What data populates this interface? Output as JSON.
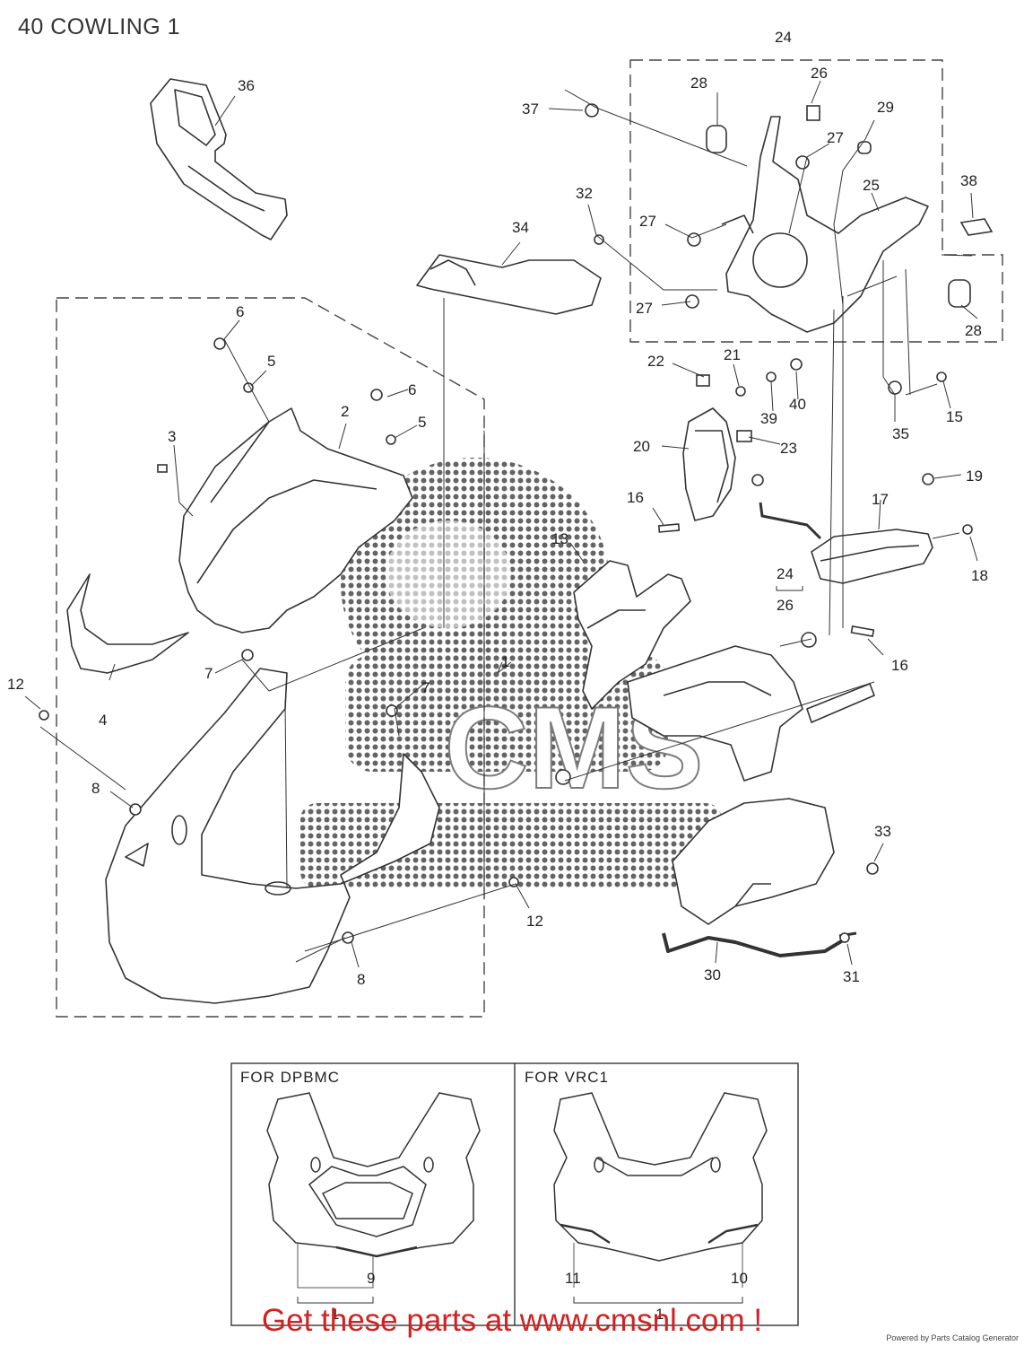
{
  "page": {
    "title": "40 COWLING 1"
  },
  "callouts": {
    "n1": "1",
    "n2": "2",
    "n3": "3",
    "n4": "4",
    "n5": "5",
    "n6": "6",
    "n7": "7",
    "n8": "8",
    "n9": "9",
    "n10": "10",
    "n11": "11",
    "n12": "12",
    "n13": "13",
    "n15": "15",
    "n16": "16",
    "n17": "17",
    "n18": "18",
    "n19": "19",
    "n20": "20",
    "n21": "21",
    "n22": "22",
    "n23": "23",
    "n24": "24",
    "n25": "25",
    "n26": "26",
    "n27": "27",
    "n28": "28",
    "n29": "29",
    "n30": "30",
    "n31": "31",
    "n32": "32",
    "n33": "33",
    "n34": "34",
    "n35": "35",
    "n36": "36",
    "n37": "37",
    "n38": "38",
    "n39": "39",
    "n40": "40"
  },
  "variants": {
    "dpbmc": "FOR  DPBMC",
    "vrc1": "FOR  VRC1"
  },
  "watermark": {
    "text": "CMS"
  },
  "footer": {
    "link_text": "Get these parts at www.cmsnl.com !",
    "powered_by": "Powered by Parts Catalog Generator"
  },
  "colors": {
    "link": "#d42020",
    "line": "#333333",
    "watermark": "#555555"
  }
}
